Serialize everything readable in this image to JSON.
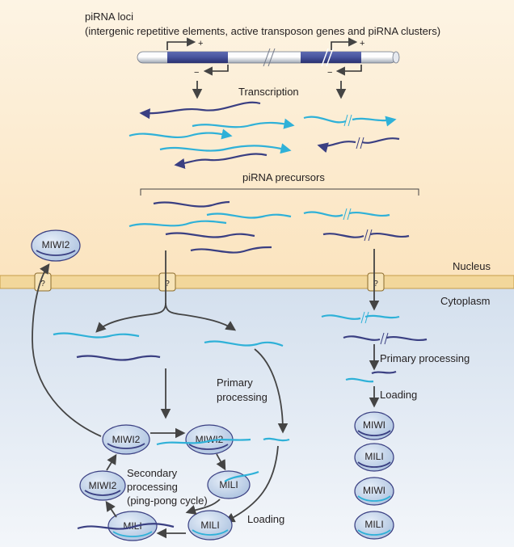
{
  "title": "piRNA loci",
  "subtitle": "(intergenic repetitive elements, active transposon genes and piRNA clusters)",
  "labels": {
    "transcription": "Transcription",
    "precursors": "piRNA precursors",
    "nucleus": "Nucleus",
    "cytoplasm": "Cytoplasm",
    "primary_processing_left_1": "Primary",
    "primary_processing_left_2": "processing",
    "primary_processing_right": "Primary processing",
    "loading_right": "Loading",
    "loading_bottom": "Loading",
    "secondary_1": "Secondary",
    "secondary_2": "processing",
    "secondary_3": "(ping-pong cycle)",
    "plus": "+",
    "minus": "−",
    "pore_mark": "?"
  },
  "proteins": {
    "nuclear_miwi2": "MIWI2",
    "cycle_miwi2_top": "MIWI2",
    "cycle_miwi2_loaded": "MIWI2",
    "cycle_mili_right": "MILI",
    "cycle_miwi2_left": "MIWI2",
    "cycle_mili_bottom": "MILI",
    "loading_mili": "MILI",
    "right_1": "MIWI",
    "right_2": "MILI",
    "right_3": "MIWI",
    "right_4": "MILI"
  },
  "colors": {
    "background_top": "#fbe7c6",
    "background_nucleus": "#fdf5e6",
    "background_cytoplasm": "#dde7f2",
    "membrane": "#ecc87c",
    "dark_strand": "#3a3f82",
    "light_strand": "#2fb1d8",
    "protein_fill": "#c5d6ec",
    "arrow": "#444444"
  }
}
